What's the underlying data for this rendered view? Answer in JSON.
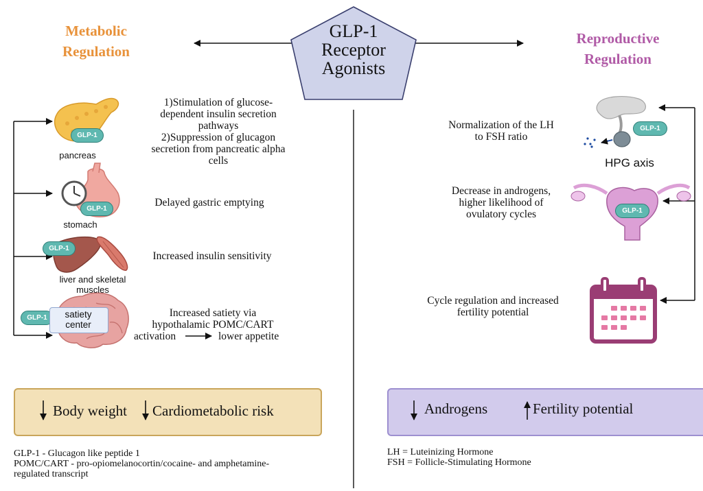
{
  "center": {
    "line1": "GLP-1",
    "line2": "Receptor",
    "line3": "Agonists"
  },
  "metabolic": {
    "title_line1": "Metabolic",
    "title_line2": "Regulation",
    "items": [
      {
        "organ": "pancreas",
        "effect_lines": [
          "1)Stimulation of glucose-",
          "dependent insulin secretion",
          "pathways",
          "2)Suppression of glucagon",
          "secretion from pancreatic alpha",
          "cells"
        ]
      },
      {
        "organ": "stomach",
        "effect_lines": [
          "Delayed gastric emptying"
        ]
      },
      {
        "organ_lines": [
          "liver and skeletal",
          "muscles"
        ],
        "effect_lines": [
          "Increased insulin sensitivity"
        ]
      },
      {
        "organ_lines": [
          "satiety",
          "center"
        ],
        "effect_lines": [
          "Increased satiety via",
          "hypothalamic POMC/CART",
          "activation",
          "lower appetite"
        ]
      }
    ],
    "outcome": {
      "item1": "Body weight",
      "item2": "Cardiometabolic risk"
    }
  },
  "reproductive": {
    "title_line1": "Reproductive",
    "title_line2": "Regulation",
    "hpg_label": "HPG axis",
    "items": [
      {
        "effect_lines": [
          "Normalization of the LH",
          "to FSH ratio"
        ]
      },
      {
        "effect_lines": [
          "Decrease in androgens,",
          "higher likelihood of",
          "ovulatory cycles"
        ]
      },
      {
        "effect_lines": [
          "Cycle regulation and increased",
          "fertility potential"
        ]
      }
    ],
    "outcome": {
      "item1": "Androgens",
      "item2": "Fertility potential"
    }
  },
  "pill_label": "GLP-1",
  "legend_left": [
    "GLP-1 - Glucagon like peptide 1",
    "POMC/CART - pro-opiomelanocortin/cocaine- and amphetamine-",
    "regulated transcript"
  ],
  "legend_right": [
    "LH = Luteinizing Hormone",
    "FSH = Follicle-Stimulating Hormone"
  ],
  "colors": {
    "metabolic_title": "#e8923a",
    "reproductive_title": "#b05aa6",
    "center_fill": "#cfd3ea",
    "center_stroke": "#3a3f6e",
    "pill": "#5fb8b0",
    "left_box_fill": "#f3e1b8",
    "left_box_stroke": "#c9a55a",
    "right_box_fill": "#d2cbec",
    "right_box_stroke": "#9d8fd0"
  }
}
